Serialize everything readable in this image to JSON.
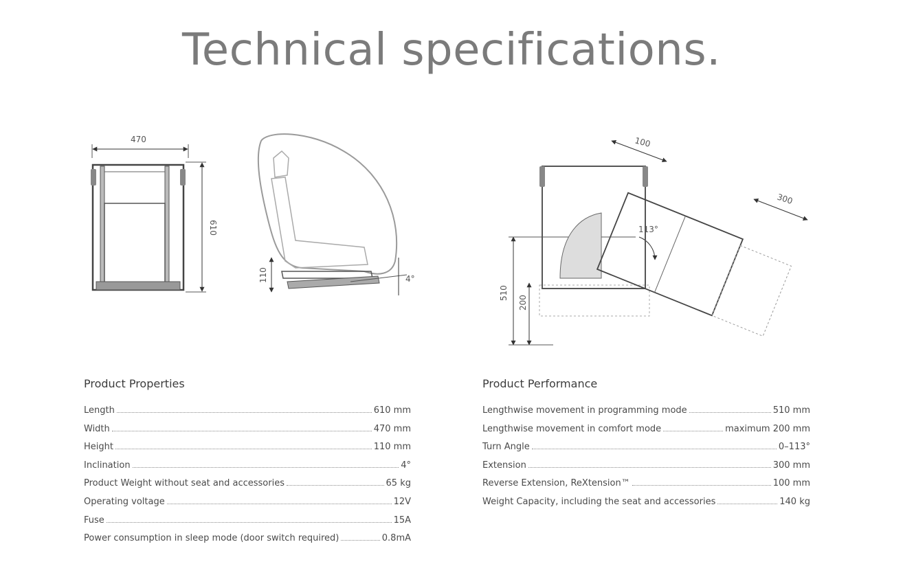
{
  "page": {
    "title": "Technical specifications."
  },
  "drawings": {
    "top_view": {
      "width_dim": "470",
      "length_dim": "610"
    },
    "side_view": {
      "height_dim": "110",
      "angle_dim": "4°"
    },
    "motion_view": {
      "dim_100": "100",
      "dim_300": "300",
      "dim_113": "113°",
      "dim_510": "510",
      "dim_200": "200"
    }
  },
  "product_properties": {
    "heading": "Product Properties",
    "rows": [
      {
        "label": "Length",
        "value": "610 mm"
      },
      {
        "label": "Width",
        "value": "470 mm"
      },
      {
        "label": "Height",
        "value": "110 mm"
      },
      {
        "label": "Inclination",
        "value": "4°"
      },
      {
        "label": "Product Weight without seat and accessories",
        "value": "65 kg"
      },
      {
        "label": "Operating voltage",
        "value": "12V"
      },
      {
        "label": "Fuse",
        "value": "15A"
      },
      {
        "label": "Power consumption in sleep mode (door switch required)",
        "value": "0.8mA"
      }
    ]
  },
  "product_performance": {
    "heading": "Product Performance",
    "rows": [
      {
        "label": "Lengthwise movement in programming mode",
        "value": "510 mm"
      },
      {
        "label": "Lengthwise movement in comfort mode",
        "value": "maximum 200 mm"
      },
      {
        "label": "Turn Angle",
        "value": "0–113°"
      },
      {
        "label": "Extension",
        "value": "300 mm"
      },
      {
        "label": "Reverse Extension, ReXtension™",
        "value": "100 mm"
      },
      {
        "label": "Weight Capacity, including the seat and accessories",
        "value": "140 kg"
      }
    ]
  }
}
